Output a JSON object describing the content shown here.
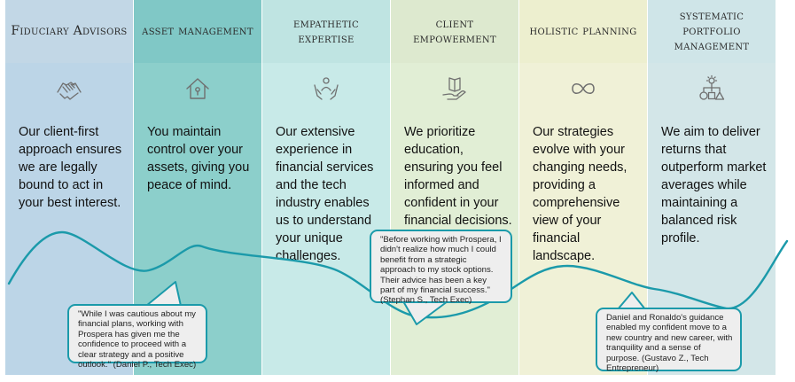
{
  "columns": [
    {
      "title": "Fiduciary Advisors",
      "icon": "handshake-icon",
      "text": "Our client-first approach ensures we are legally bound to act in your best interest.",
      "head_color": "#c2d7e6",
      "body_color": "#bcd5e7"
    },
    {
      "title": "asset management",
      "icon": "home-icon",
      "text": "You maintain control over your assets, giving you peace of mind.",
      "head_color": "#80c8c6",
      "body_color": "#8ccfcb"
    },
    {
      "title": "empathetic expertise",
      "icon": "person-care-icon",
      "text": "Our extensive experience in financial services and the tech industry enables us to understand your unique challenges.",
      "head_color": "#bfe4e2",
      "body_color": "#c8eae8"
    },
    {
      "title": "client empowerment",
      "icon": "open-book-hand-icon",
      "text": "We prioritize education, ensuring you feel informed and confident in your financial decisions.",
      "head_color": "#dde9cf",
      "body_color": "#e1eed5"
    },
    {
      "title": "holistic planning",
      "icon": "infinity-icon",
      "text": "Our strategies evolve with your changing needs, providing a comprehensive view of your financial landscape.",
      "head_color": "#edefcf",
      "body_color": "#f0f1d7"
    },
    {
      "title": "systematic portfolio management",
      "icon": "idea-shapes-icon",
      "text": "We aim to deliver returns that outperform market averages while maintaining a balanced risk profile.",
      "head_color": "#cfe5e8",
      "body_color": "#d3e6e8"
    }
  ],
  "testimonials": [
    {
      "text": "\"While I was cautious about my financial plans, working with Prospera has given me the confidence to proceed with a clear strategy and a positive outlook.\" (Daniel P., Tech Exec)"
    },
    {
      "text": "\"Before working with Prospera, I didn't realize how much I could benefit from a strategic approach to my stock options. Their advice has been a key part of my financial success.\" (Stephan S., Tech Exec)"
    },
    {
      "text": "Daniel and Ronaldo's guidance enabled my confident move to a new country and new career, with tranquility and a sense of purpose. (Gustavo Z., Tech Entrepreneur)"
    }
  ],
  "colors": {
    "wave": "#1b9aaa",
    "icon": "#6f6f6f",
    "bubble_border": "#1b9aaa",
    "bubble_fill": "#eeeeee"
  }
}
